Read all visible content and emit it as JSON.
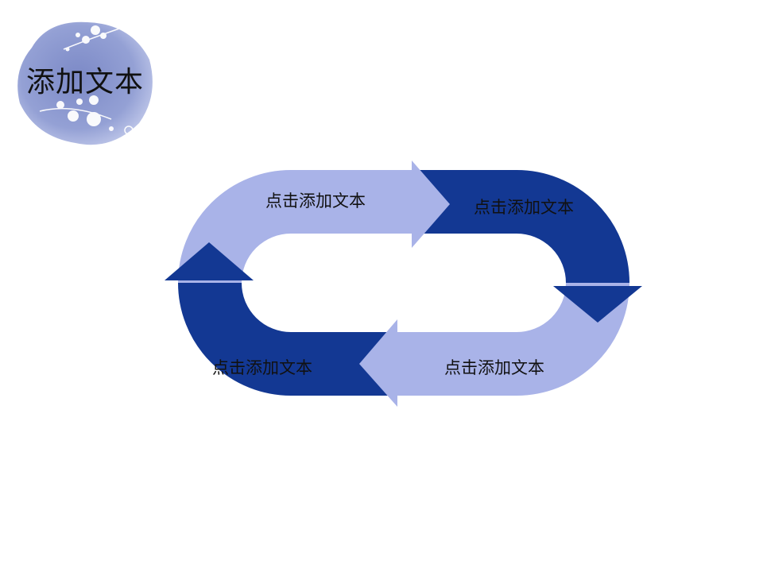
{
  "header": {
    "title": "添加文本"
  },
  "colors": {
    "light": "#a9b3e8",
    "dark": "#133893",
    "badge": "#8390cc"
  },
  "cycle": {
    "steps": [
      {
        "label": "点击添加文本",
        "color": "light"
      },
      {
        "label": "点击添加文本",
        "color": "dark"
      },
      {
        "label": "点击添加文本",
        "color": "light"
      },
      {
        "label": "点击添加文本",
        "color": "dark"
      }
    ]
  }
}
